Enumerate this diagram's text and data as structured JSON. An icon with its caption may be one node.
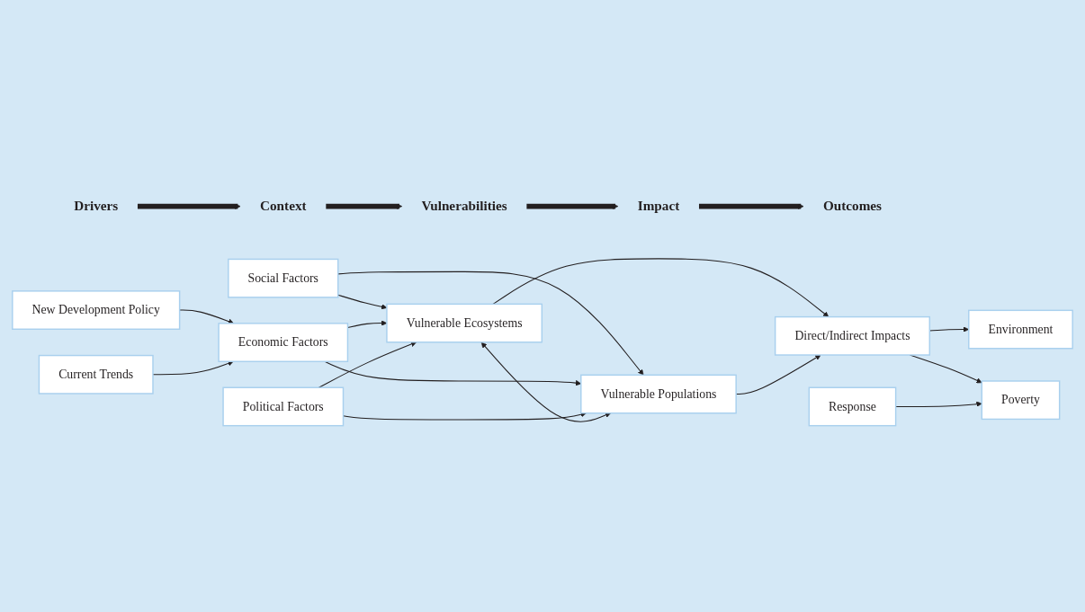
{
  "diagram": {
    "nodes": [
      {
        "text": [
          "Drivers"
        ]
      },
      {
        "text": [
          "Context"
        ]
      },
      {
        "text": [
          "Vulnerabilities"
        ]
      },
      {
        "text": [
          "Impact"
        ]
      },
      {
        "text": [
          "Outcomes"
        ]
      },
      {
        "text": [
          "New Development Policy"
        ]
      },
      {
        "text": [
          "Social Factors"
        ]
      },
      {
        "text": [
          "Vulnerable Ecosystems"
        ]
      },
      {
        "text": [
          "Environment"
        ]
      },
      {
        "text": [
          "Economic Factors"
        ]
      },
      {
        "text": [
          "Direct/Indirect Impacts"
        ]
      },
      {
        "text": [
          "Current Trends"
        ]
      },
      {
        "text": [
          "Political Factors"
        ]
      },
      {
        "text": [
          "Vulnerable Populations"
        ]
      },
      {
        "text": [
          "Poverty"
        ]
      },
      {
        "text": [
          "Response"
        ]
      }
    ],
    "edges": [
      {
        "from": 0,
        "to": 1,
        "arrow": "to",
        "style": "thick"
      },
      {
        "from": 1,
        "to": 2,
        "arrow": "to",
        "style": "thick"
      },
      {
        "from": 2,
        "to": 3,
        "arrow": "to",
        "style": "thick"
      },
      {
        "from": 3,
        "to": 4,
        "arrow": "to",
        "style": "thick"
      },
      {
        "from": 5,
        "to": 9,
        "arrow": "to"
      },
      {
        "from": 11,
        "to": 9,
        "arrow": "to"
      },
      {
        "from": 6,
        "to": 7,
        "arrow": "to"
      },
      {
        "from": 6,
        "to": 13,
        "arrow": "to"
      },
      {
        "from": 9,
        "to": 7,
        "arrow": "to"
      },
      {
        "from": 9,
        "to": 13,
        "arrow": "to"
      },
      {
        "from": 12,
        "to": 7,
        "arrow": "to"
      },
      {
        "from": 12,
        "to": 13,
        "arrow": "to"
      },
      {
        "from": 7,
        "to": 13,
        "arrow": "both"
      },
      {
        "from": 7,
        "to": 10,
        "arrow": "to"
      },
      {
        "from": 13,
        "to": 10,
        "arrow": "to"
      },
      {
        "from": 10,
        "to": 8,
        "arrow": "to"
      },
      {
        "from": 10,
        "to": 14,
        "arrow": "to"
      },
      {
        "from": 15,
        "to": 14,
        "arrow": "to"
      }
    ]
  }
}
